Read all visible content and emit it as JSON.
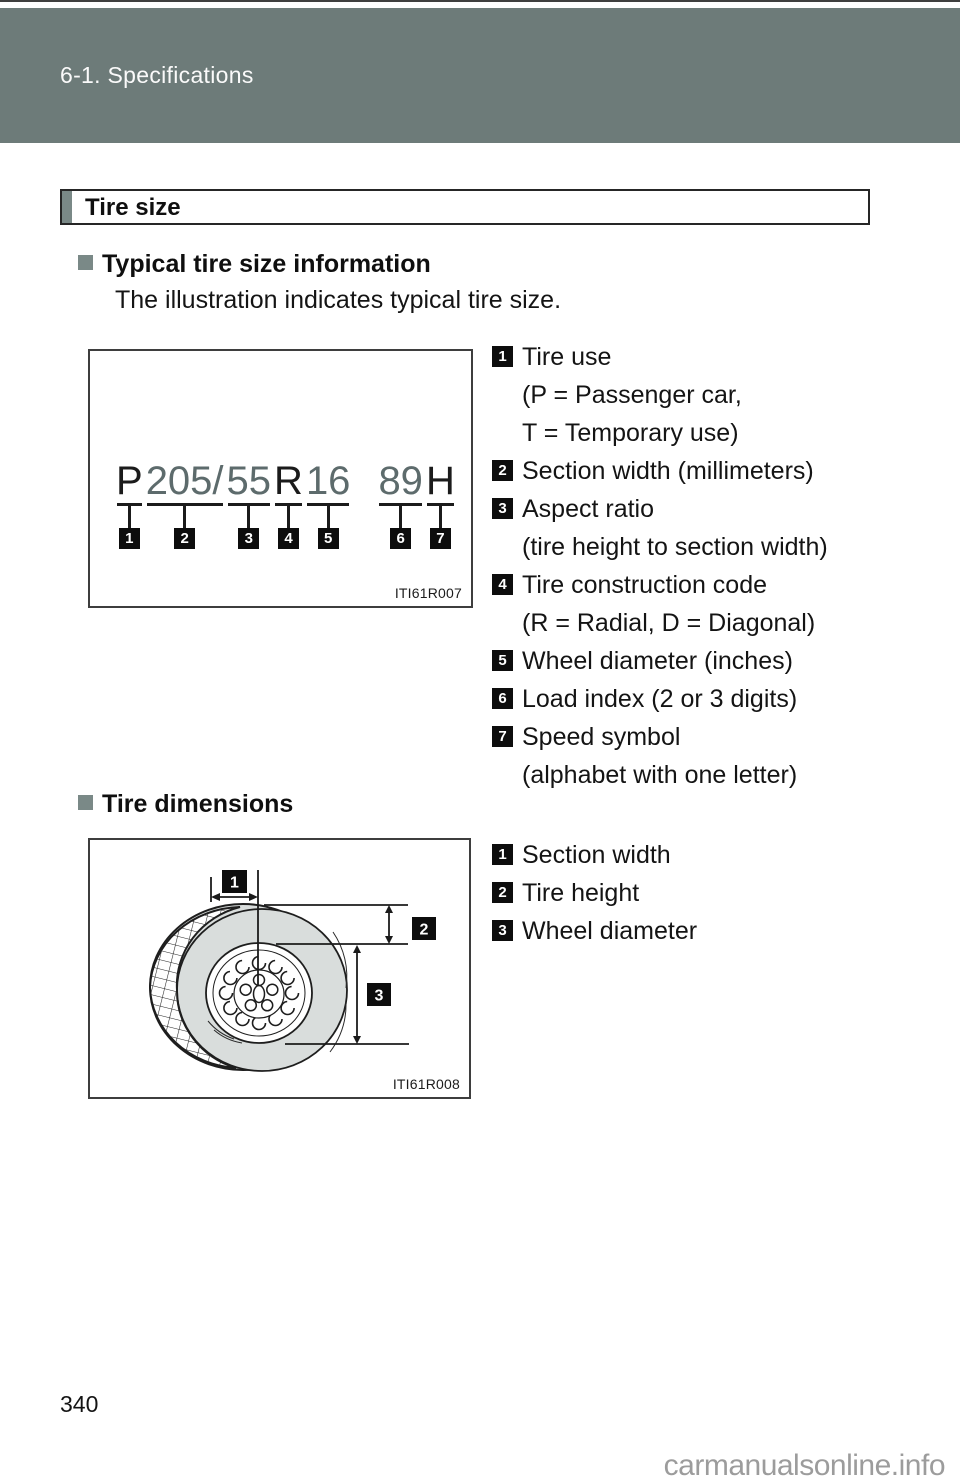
{
  "header": {
    "title": "6-1. Specifications"
  },
  "section": {
    "title": "Tire size"
  },
  "typical": {
    "heading": "Typical tire size information",
    "intro": "The illustration indicates typical tire size.",
    "code": {
      "full": "P205/55R16 89H",
      "segments": [
        {
          "text": "P",
          "num": "1"
        },
        {
          "text": "205/",
          "num": "2"
        },
        {
          "text": "55",
          "num": "3"
        },
        {
          "text": "R",
          "num": "4"
        },
        {
          "text": "16",
          "num": "5"
        },
        {
          "text": "89",
          "num": "6"
        },
        {
          "text": "H",
          "num": "7"
        }
      ]
    },
    "figure_ref": "ITI61R007",
    "legend": [
      {
        "num": "1",
        "lines": [
          "Tire use",
          "(P = Passenger car,",
          "T = Temporary use)"
        ]
      },
      {
        "num": "2",
        "lines": [
          "Section width (millimeters)"
        ]
      },
      {
        "num": "3",
        "lines": [
          "Aspect ratio",
          "(tire height to section width)"
        ]
      },
      {
        "num": "4",
        "lines": [
          "Tire construction code",
          "(R = Radial, D = Diagonal)"
        ]
      },
      {
        "num": "5",
        "lines": [
          "Wheel diameter (inches)"
        ]
      },
      {
        "num": "6",
        "lines": [
          "Load index (2 or 3 digits)"
        ]
      },
      {
        "num": "7",
        "lines": [
          "Speed symbol",
          "(alphabet with one letter)"
        ]
      }
    ]
  },
  "dimensions": {
    "heading": "Tire dimensions",
    "figure_ref": "ITI61R008",
    "labels": [
      "1",
      "2",
      "3"
    ],
    "legend": [
      {
        "num": "1",
        "lines": [
          "Section width"
        ]
      },
      {
        "num": "2",
        "lines": [
          "Tire height"
        ]
      },
      {
        "num": "3",
        "lines": [
          "Wheel diameter"
        ]
      }
    ]
  },
  "footer": {
    "page_number": "340",
    "watermark": "carmanualsonline.info"
  },
  "colors": {
    "band": "#6d7b79",
    "accent_gray": "#7a8987",
    "code_gray": "#5d6b6c",
    "badge_bg": "#0d0d0d",
    "watermark": "#9c9c9c"
  }
}
